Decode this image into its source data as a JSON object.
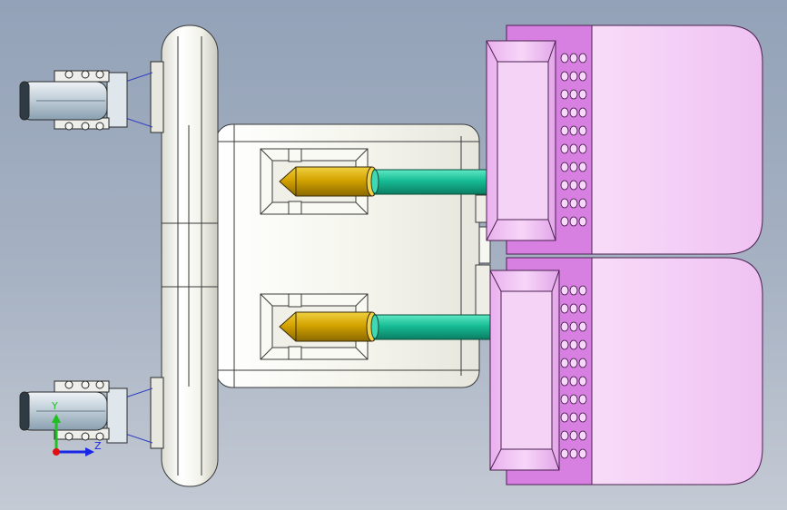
{
  "colors": {
    "background_top": "#93a2b8",
    "background_bottom": "#c4cad4",
    "frame_fill": "#f7f7f1",
    "cylinder_fill": "#d9a700",
    "rod_fill": "#19c29a",
    "housing_fill": "#f2c8f5",
    "housing_side_fill": "#d47de0",
    "wheel_fill": "#c3d0db",
    "axis_y": "#1fbf22",
    "axis_z": "#1a26e6",
    "axis_x": "#e01010"
  },
  "triad": {
    "y_label": "Y",
    "z_label": "Z"
  },
  "components": [
    "caster-wheel",
    "frame-plate",
    "hydraulic-cylinder",
    "piston-rod",
    "vented-housing"
  ]
}
